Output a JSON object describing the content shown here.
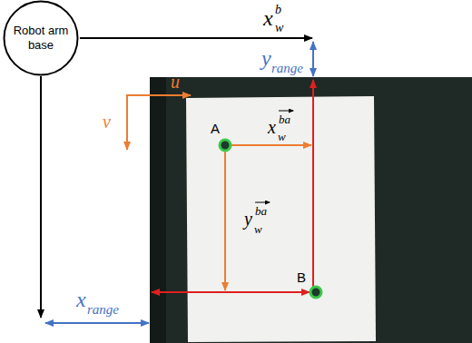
{
  "diagram": {
    "nodes": [
      {
        "text": [
          "Robot arm base"
        ]
      }
    ],
    "labels": [
      "x",
      "w",
      "b",
      "u",
      "v",
      "y",
      "range",
      "A",
      "x",
      "w",
      "ba",
      "y",
      "w",
      "ba",
      "x",
      "range",
      "B"
    ]
  }
}
